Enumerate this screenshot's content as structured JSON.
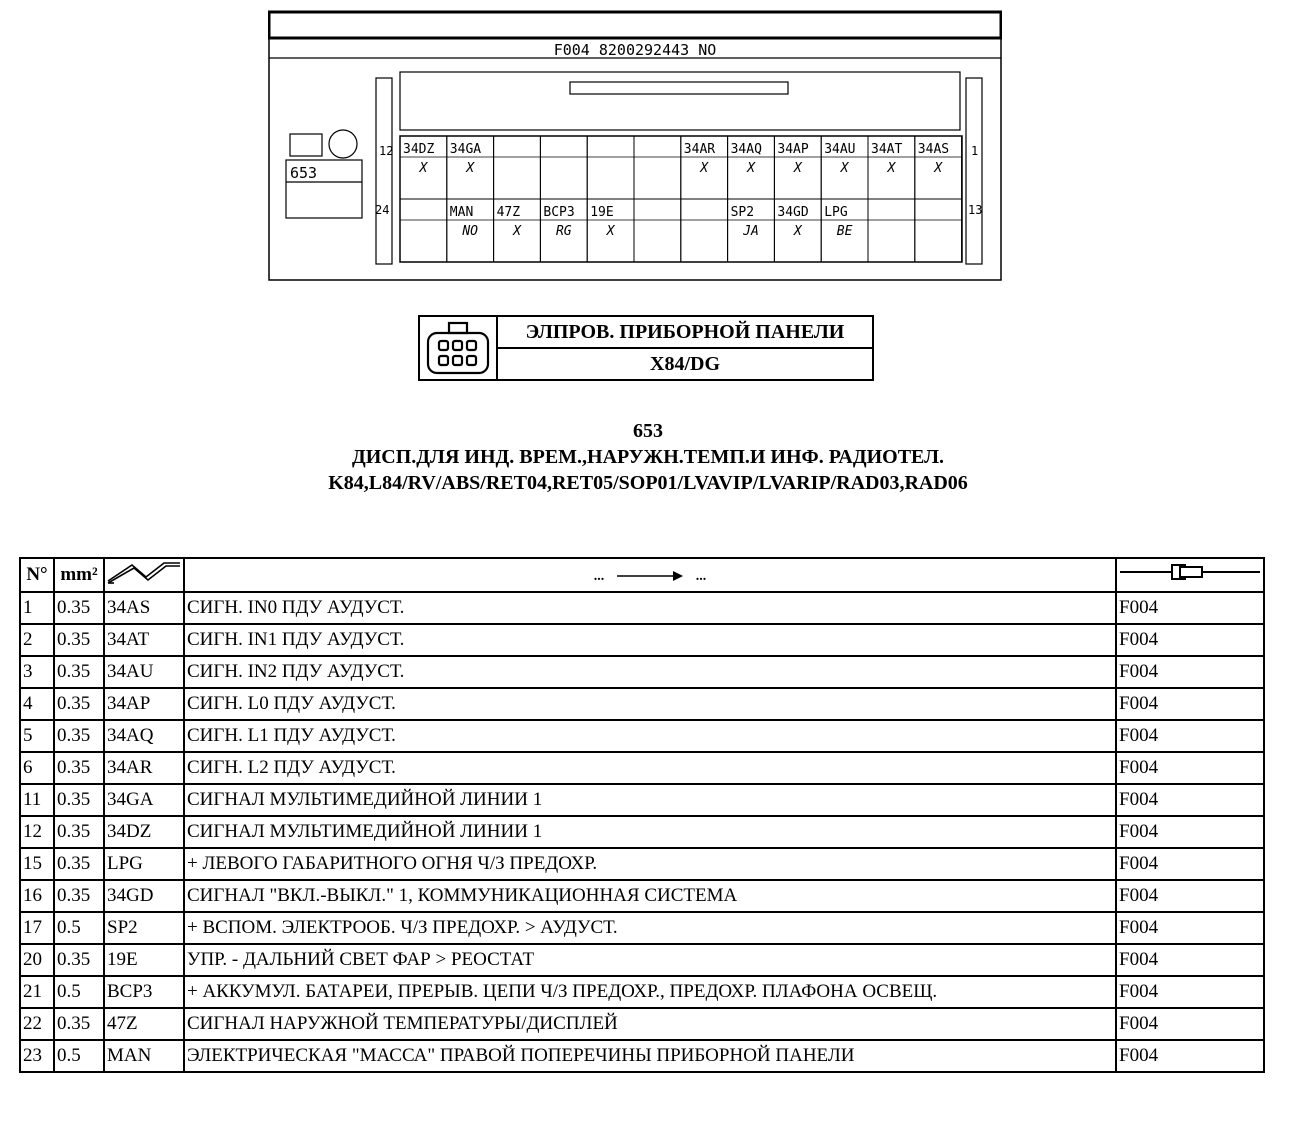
{
  "drawing": {
    "header_text": "F004  8200292443 NO",
    "component_label": "653",
    "pin_start_left_top": "12",
    "pin_end_right_top": "1",
    "pin_start_left_bottom": "24",
    "pin_end_right_bottom": "13",
    "top_row": [
      {
        "code": "34DZ",
        "color": "X"
      },
      {
        "code": "34GA",
        "color": "X"
      },
      {
        "code": "",
        "color": ""
      },
      {
        "code": "",
        "color": ""
      },
      {
        "code": "",
        "color": ""
      },
      {
        "code": "",
        "color": ""
      },
      {
        "code": "34AR",
        "color": "X"
      },
      {
        "code": "34AQ",
        "color": "X"
      },
      {
        "code": "34AP",
        "color": "X"
      },
      {
        "code": "34AU",
        "color": "X"
      },
      {
        "code": "34AT",
        "color": "X"
      },
      {
        "code": "34AS",
        "color": "X"
      }
    ],
    "bottom_row": [
      {
        "code": "",
        "color": ""
      },
      {
        "code": "MAN",
        "color": "NO"
      },
      {
        "code": "47Z",
        "color": "X"
      },
      {
        "code": "BCP3",
        "color": "RG"
      },
      {
        "code": "19E",
        "color": "X"
      },
      {
        "code": "",
        "color": ""
      },
      {
        "code": "",
        "color": ""
      },
      {
        "code": "SP2",
        "color": "JA"
      },
      {
        "code": "34GD",
        "color": "X"
      },
      {
        "code": "LPG",
        "color": "BE"
      },
      {
        "code": "",
        "color": ""
      },
      {
        "code": "",
        "color": ""
      }
    ]
  },
  "title_box": {
    "icon": "connector-icon",
    "line1": "ЭЛПРОВ. ПРИБОРНОЙ ПАНЕЛИ",
    "line2": "X84/DG"
  },
  "heading": {
    "line1": "653",
    "line2": "ДИСП.ДЛЯ ИНД. ВРЕМ.,НАРУЖН.ТЕМП.И ИНФ. РАДИОТЕЛ.",
    "line3": "K84,L84/RV/ABS/RET04,RET05/SOP01/LVAVIP/LVARIP/RAD03,RAD06"
  },
  "table": {
    "headers": {
      "num": "N°",
      "section": "mm²",
      "wire": "wire-icon",
      "route_from": "...",
      "route_to": "...",
      "connector": "connector-line-icon"
    },
    "rows": [
      {
        "n": "1",
        "mm": "0.35",
        "wire": "34AS",
        "desc": "СИГН. IN0 ПДУ АУДУСТ.",
        "dest": "F004"
      },
      {
        "n": "2",
        "mm": "0.35",
        "wire": "34AT",
        "desc": "СИГН. IN1 ПДУ АУДУСТ.",
        "dest": "F004"
      },
      {
        "n": "3",
        "mm": "0.35",
        "wire": "34AU",
        "desc": "СИГН. IN2 ПДУ АУДУСТ.",
        "dest": "F004"
      },
      {
        "n": "4",
        "mm": "0.35",
        "wire": "34AP",
        "desc": "СИГН. L0 ПДУ АУДУСТ.",
        "dest": "F004"
      },
      {
        "n": "5",
        "mm": "0.35",
        "wire": "34AQ",
        "desc": "СИГН. L1 ПДУ АУДУСТ.",
        "dest": "F004"
      },
      {
        "n": "6",
        "mm": "0.35",
        "wire": "34AR",
        "desc": "СИГН. L2 ПДУ АУДУСТ.",
        "dest": "F004"
      },
      {
        "n": "11",
        "mm": "0.35",
        "wire": "34GA",
        "desc": "СИГНАЛ МУЛЬТИМЕДИЙНОЙ ЛИНИИ 1",
        "dest": "F004"
      },
      {
        "n": "12",
        "mm": "0.35",
        "wire": "34DZ",
        "desc": "СИГНАЛ МУЛЬТИМЕДИЙНОЙ ЛИНИИ 1",
        "dest": "F004"
      },
      {
        "n": "15",
        "mm": "0.35",
        "wire": "LPG",
        "desc": "+ ЛЕВОГО ГАБАРИТНОГО ОГНЯ Ч/З ПРЕДОХР.",
        "dest": "F004"
      },
      {
        "n": "16",
        "mm": "0.35",
        "wire": "34GD",
        "desc": "СИГНАЛ \"ВКЛ.-ВЫКЛ.\" 1, КОММУНИКАЦИОННАЯ СИСТЕМА",
        "dest": "F004"
      },
      {
        "n": "17",
        "mm": "0.5",
        "wire": "SP2",
        "desc": "+ ВСПОМ. ЭЛЕКТРООБ. Ч/З ПРЕДОХР. > АУДУСТ.",
        "dest": "F004"
      },
      {
        "n": "20",
        "mm": "0.35",
        "wire": "19E",
        "desc": "УПР. - ДАЛЬНИЙ СВЕТ ФАР > РЕОСТАТ",
        "dest": "F004"
      },
      {
        "n": "21",
        "mm": "0.5",
        "wire": "BCP3",
        "desc": "+ АККУМУЛ. БАТАРЕИ, ПРЕРЫВ. ЦЕПИ Ч/З ПРЕДОХР., ПРЕДОХР. ПЛАФОНА ОСВЕЩ.",
        "dest": "F004"
      },
      {
        "n": "22",
        "mm": "0.35",
        "wire": "47Z",
        "desc": "СИГНАЛ НАРУЖНОЙ ТЕМПЕРАТУРЫ/ДИСПЛЕЙ",
        "dest": "F004"
      },
      {
        "n": "23",
        "mm": "0.5",
        "wire": "MAN",
        "desc": "ЭЛЕКТРИЧЕСКАЯ \"МАССА\" ПРАВОЙ ПОПЕРЕЧИНЫ ПРИБОРНОЙ ПАНЕЛИ",
        "dest": "F004"
      }
    ]
  }
}
